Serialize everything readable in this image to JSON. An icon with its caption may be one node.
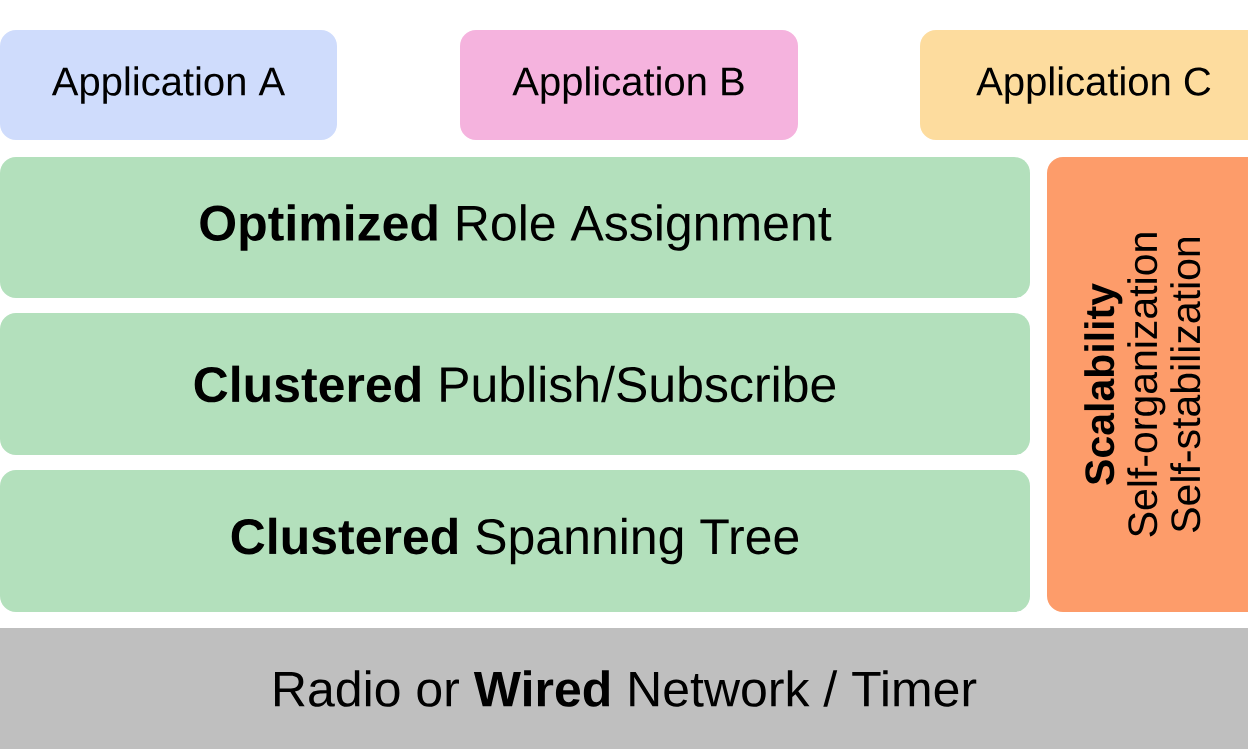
{
  "diagram": {
    "nodes": [
      {
        "text": [
          "Application A"
        ]
      },
      {
        "text": [
          "Application B"
        ]
      },
      {
        "text": [
          "Application C"
        ]
      },
      {
        "text": [
          "**Optimized** Role Assignment"
        ]
      },
      {
        "text": [
          "**Clustered** Publish/Subscribe"
        ]
      },
      {
        "text": [
          "**Clustered** Spanning Tree"
        ]
      },
      {
        "text": [
          "Scalability",
          "Self-organization",
          "Self-stabilization"
        ]
      },
      {
        "text": [
          "Radio or **Wired** Network / Timer"
        ]
      }
    ]
  }
}
